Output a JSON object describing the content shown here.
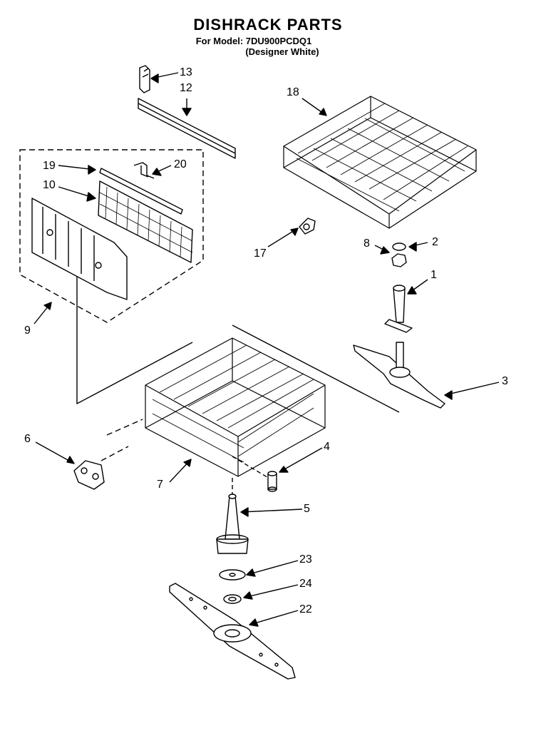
{
  "header": {
    "title": "DISHRACK PARTS",
    "model_line": "For Model: 7DU900PCDQ1",
    "color_line": "(Designer White)"
  },
  "callouts": [
    "13",
    "12",
    "18",
    "19",
    "20",
    "10",
    "17",
    "8",
    "2",
    "1",
    "9",
    "3",
    "6",
    "4",
    "7",
    "5",
    "23",
    "24",
    "22"
  ]
}
